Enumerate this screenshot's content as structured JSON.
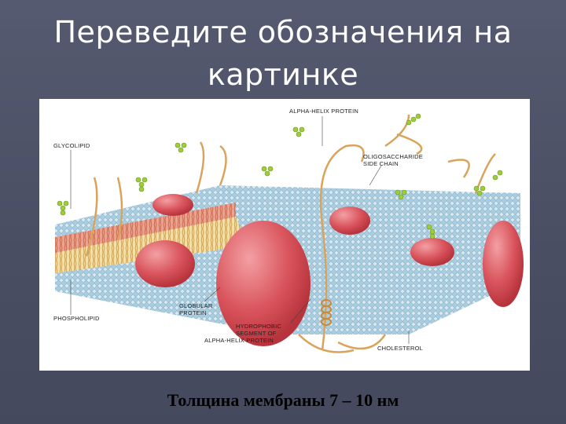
{
  "slide": {
    "title_line1": "Переведите  обозначения на",
    "title_line2": "картинке",
    "caption": "Толщина мембраны  7 – 10 нм"
  },
  "diagram": {
    "labels": {
      "glycolipid": "GLYCOLIPID",
      "phospholipid": "PHOSPHOLIPID",
      "alpha_helix_protein": "ALPHA-HELIX PROTEIN",
      "oligosaccharide_1": "OLIGOSACCHARIDE",
      "oligosaccharide_2": "SIDE CHAIN",
      "globular_1": "GLOBULAR",
      "globular_2": "PROTEIN",
      "hydrophobic_1": "HYDROPHOBIC",
      "hydrophobic_2": "SEGMENT OF",
      "hydrophobic_3": "ALPHA-HELIX PROTEIN",
      "cholesterol": "CHOLESTEROL"
    },
    "colors": {
      "protein": "#d9545c",
      "head_group": "#a9cde0",
      "tail": "#c9a24a",
      "sugar": "#9fcc3a",
      "helix": "#d9a45a"
    }
  }
}
